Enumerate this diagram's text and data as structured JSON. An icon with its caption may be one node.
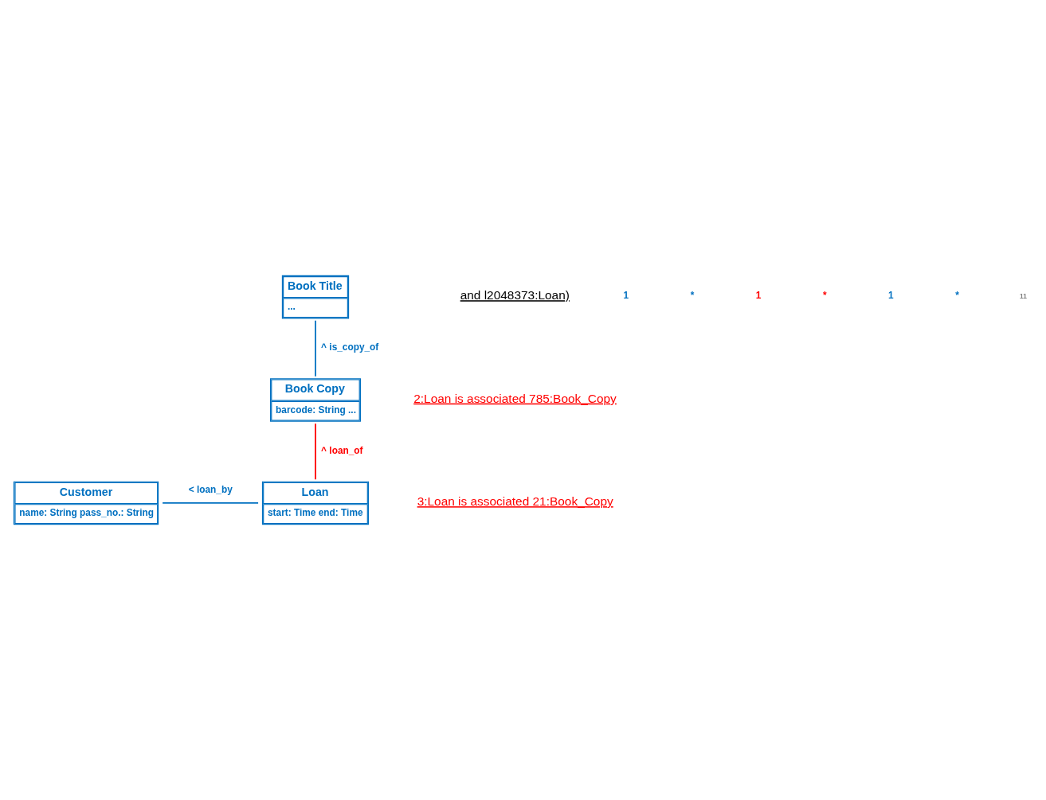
{
  "diagram": {
    "nodes": [
      {
        "text": [
          "Book Title",
          "..."
        ]
      },
      {
        "text": [
          "Book Copy",
          "barcode: String ..."
        ]
      },
      {
        "text": [
          "Customer",
          "name: String pass_no.: String"
        ]
      },
      {
        "text": [
          "Loan",
          "start: Time end: Time"
        ]
      }
    ],
    "edges": [
      {
        "from": 0,
        "to": 1,
        "arrow": "none",
        "label": "^ is_copy_of"
      },
      {
        "from": 1,
        "to": 3,
        "arrow": "none",
        "label": "^ loan_of",
        "color": "#ff0000"
      },
      {
        "from": 2,
        "to": 3,
        "arrow": "none",
        "label": "< loan_by"
      }
    ],
    "labels": [
      "and l2048373:Loan)",
      "2:Loan is associated 785:Book_Copy",
      "3:Loan is associated 21:Book_Copy",
      "1",
      "*",
      "1",
      "*",
      "1",
      "*",
      "11"
    ]
  }
}
